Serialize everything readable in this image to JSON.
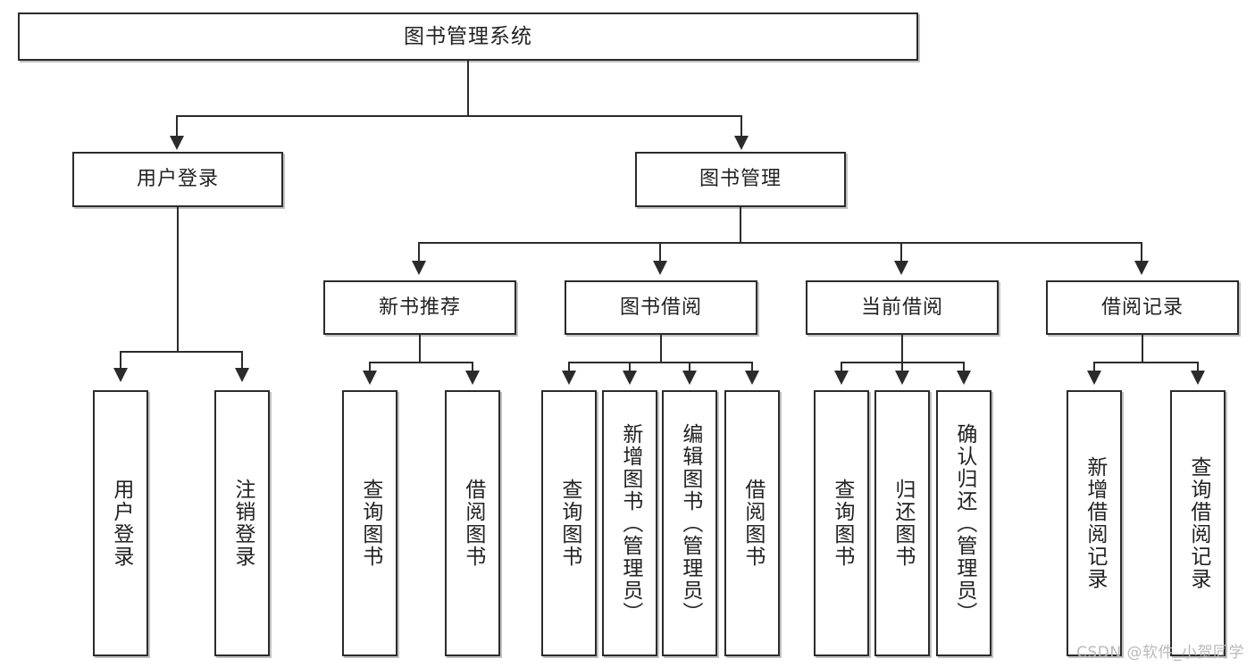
{
  "diagram": {
    "title": "图书管理系统",
    "type": "tree",
    "watermark": "CSDN @软件_小贺同学",
    "levels": {
      "root": {
        "label": "图书管理系统"
      },
      "level2": [
        {
          "label": "用户登录"
        },
        {
          "label": "图书管理"
        }
      ],
      "level3": [
        {
          "label": "新书推荐"
        },
        {
          "label": "图书借阅"
        },
        {
          "label": "当前借阅"
        },
        {
          "label": "借阅记录"
        }
      ],
      "leaves": {
        "user_login": [
          {
            "label": "用户登录"
          },
          {
            "label": "注销登录"
          }
        ],
        "new_book": [
          {
            "label": "查询图书"
          },
          {
            "label": "借阅图书"
          }
        ],
        "borrow_book": [
          {
            "label": "查询图书"
          },
          {
            "label": "新增图书（管理员）"
          },
          {
            "label": "编辑图书（管理员）"
          },
          {
            "label": "借阅图书"
          }
        ],
        "current_borrow": [
          {
            "label": "查询图书"
          },
          {
            "label": "归还图书"
          },
          {
            "label": "确认归还（管理员）"
          }
        ],
        "borrow_record": [
          {
            "label": "新增借阅记录"
          },
          {
            "label": "查询借阅记录"
          }
        ]
      }
    },
    "colors": {
      "border": "#2b2b2b",
      "background": "#ffffff",
      "text": "#222222",
      "watermark": "#b9b9b9"
    }
  }
}
